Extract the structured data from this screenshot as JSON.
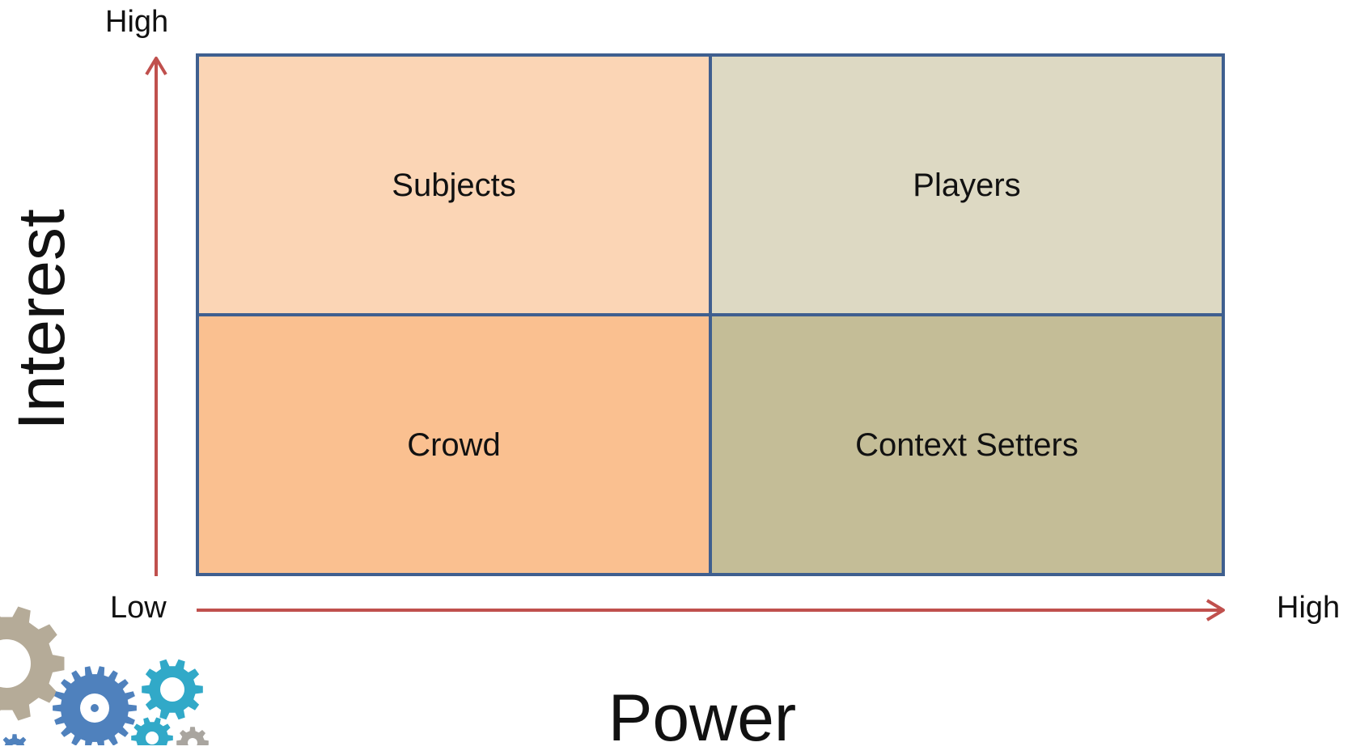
{
  "axes": {
    "y": {
      "title": "Interest",
      "high_label": "High"
    },
    "x": {
      "title": "Power",
      "low_label": "Low",
      "high_label": "High"
    },
    "arrow_color": "#c0504d"
  },
  "quadrants": [
    {
      "id": "top-left",
      "label": "Subjects",
      "color": "#fbd5b5"
    },
    {
      "id": "top-right",
      "label": "Players",
      "color": "#ddd9c3"
    },
    {
      "id": "bottom-left",
      "label": "Crowd",
      "color": "#fac090"
    },
    {
      "id": "bottom-right",
      "label": "Context Setters",
      "color": "#c4bd97"
    }
  ],
  "matrix_border_color": "#3f5f8f",
  "decoration": {
    "icon": "gears-icon",
    "colors": [
      "#b5ab98",
      "#4f81bd",
      "#31a9c8",
      "#a9a59f"
    ]
  }
}
